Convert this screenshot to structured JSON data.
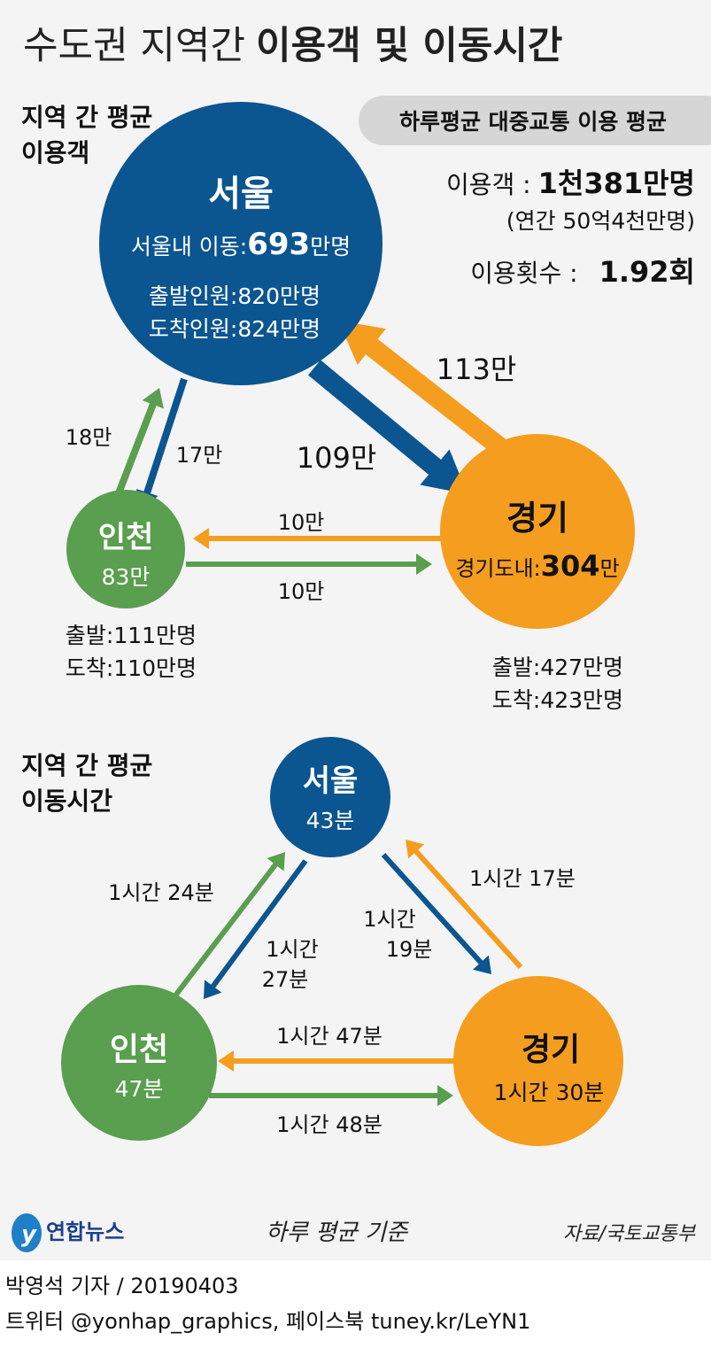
{
  "title": {
    "light": "수도권 지역간",
    "bold": "이용객 및 이동시간"
  },
  "section1": {
    "label_line1": "지역 간 평균",
    "label_line2": "이용객",
    "summary": {
      "pill": "하루평균 대중교통 이용 평균",
      "passengers_label": "이용객 :",
      "passengers_value": "1천381만명",
      "annual": "(연간 50억4천만명)",
      "trips_label": "이용횟수 :",
      "trips_value": "1.92회"
    },
    "seoul": {
      "name": "서울",
      "internal_label": "서울내 이동:",
      "internal_value": "693",
      "internal_unit": "만명",
      "departures": "출발인원:820만명",
      "arrivals": "도착인원:824만명"
    },
    "gyeonggi": {
      "name": "경기",
      "internal_label": "경기도내:",
      "internal_value": "304",
      "internal_unit": "만",
      "departures": "출발:427만명",
      "arrivals": "도착:423만명"
    },
    "incheon": {
      "name": "인천",
      "internal": "83만",
      "departures": "출발:111만명",
      "arrivals": "도착:110만명"
    },
    "flows": {
      "seoul_to_gyeonggi": "109만",
      "gyeonggi_to_seoul": "113만",
      "incheon_to_seoul": "18만",
      "seoul_to_incheon": "17만",
      "gyeonggi_to_incheon": "10만",
      "incheon_to_gyeonggi": "10만"
    }
  },
  "section2": {
    "label_line1": "지역 간 평균",
    "label_line2": "이동시간",
    "seoul": {
      "name": "서울",
      "time": "43분"
    },
    "incheon": {
      "name": "인천",
      "time": "47분"
    },
    "gyeonggi": {
      "name": "경기",
      "time": "1시간 30분"
    },
    "flows": {
      "incheon_to_seoul": "1시간 24분",
      "seoul_to_incheon_1": "1시간",
      "seoul_to_incheon_2": "27분",
      "seoul_to_gyeonggi_1": "1시간",
      "seoul_to_gyeonggi_2": "19분",
      "gyeonggi_to_seoul": "1시간 17분",
      "gyeonggi_to_incheon": "1시간 47분",
      "incheon_to_gyeonggi": "1시간 48분"
    }
  },
  "footer": {
    "logo": "연합뉴스",
    "basis": "하루 평균 기준",
    "source": "자료/국토교통부"
  },
  "credits": {
    "reporter": "박영석 기자 / 20190403",
    "social": "트위터 @yonhap_graphics, 페이스북 tuney.kr/LeYN1"
  },
  "colors": {
    "seoul": "#0b5591",
    "gyeonggi": "#f59d1e",
    "incheon": "#5a9e4f",
    "background": "#f4f4f4"
  }
}
